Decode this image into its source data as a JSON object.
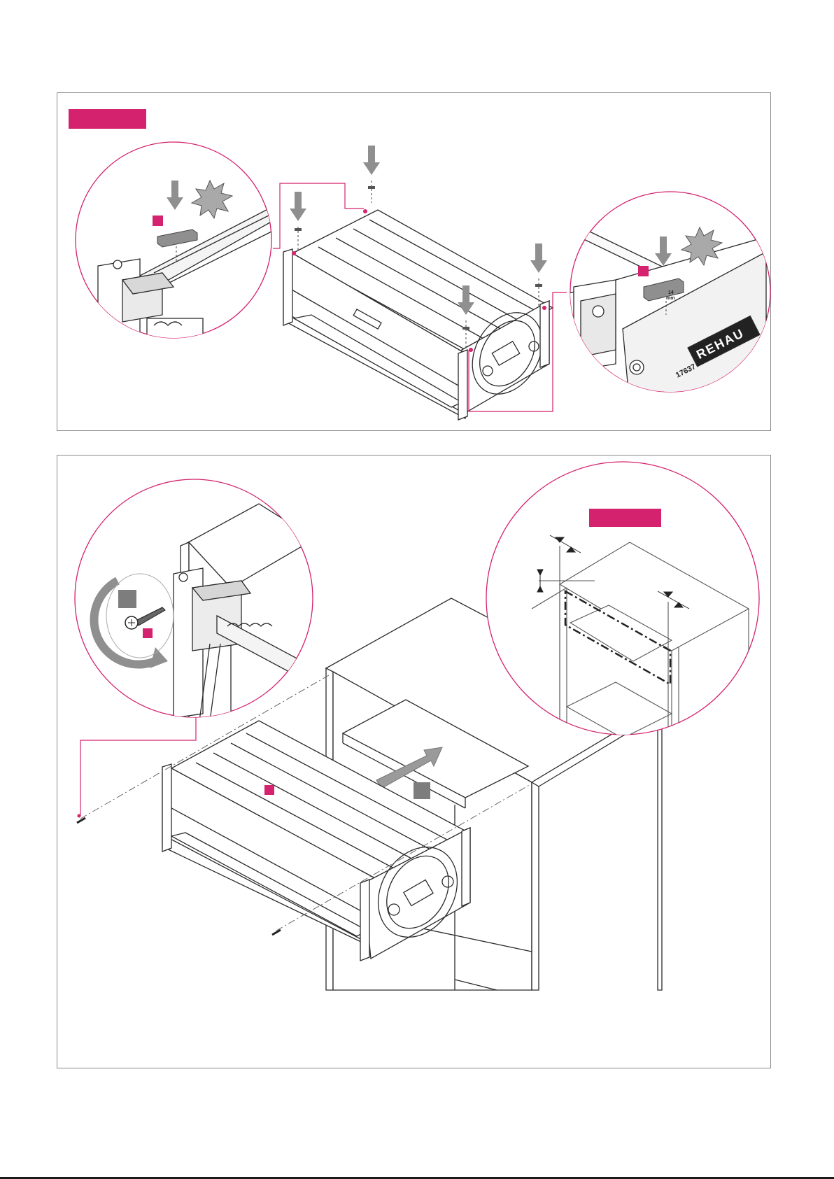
{
  "page": {
    "background": "#ffffff",
    "accent_color": "#d4226e",
    "arrow_color": "#8f8f8f",
    "line_color": "#2a2a2a"
  },
  "step_top": {
    "banner_text": "",
    "clip_label": "14\nmm",
    "brand_logo": "REHAU",
    "part_number": "17637",
    "icons": [
      "press-down-arrow-icon",
      "click-burst-icon",
      "detail-magnifier-icon"
    ]
  },
  "step_bottom": {
    "banner_text": "",
    "icons": [
      "rotate-screw-icon",
      "push-in-arrow-icon",
      "dimension-arrow-icon",
      "detail-magnifier-icon"
    ]
  }
}
